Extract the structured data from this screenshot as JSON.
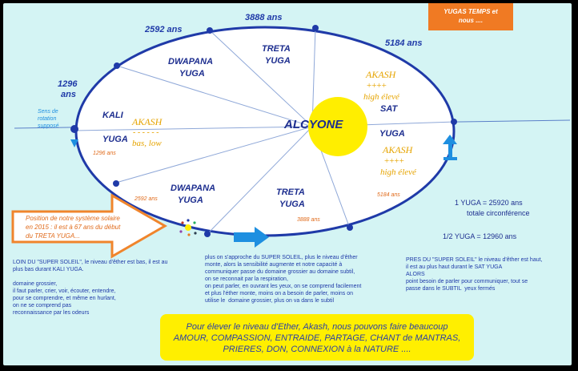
{
  "top_box": {
    "line1": "YUGAS TEMPS et",
    "line2": "nous ....",
    "color": "#f07a23"
  },
  "cycle_labels": {
    "top": "3888 ans",
    "top_left": "2592 ans",
    "top_right": "5184 ans",
    "left_line1": "1296",
    "left_line2": "ans",
    "rotation_line1": "Sens de",
    "rotation_line2": "rotation",
    "rotation_line3": "supposé"
  },
  "yugas": {
    "dwapana_top": [
      "DWAPANA",
      "YUGA"
    ],
    "treta_top": [
      "TRETA",
      "YUGA"
    ],
    "kali": [
      "KALI",
      "YUGA"
    ],
    "dwapana_bottom": [
      "DWAPANA",
      "YUGA"
    ],
    "treta_bottom": [
      "TRETA",
      "YUGA"
    ],
    "sat": "SAT",
    "yuga_right": "YUGA"
  },
  "center": "ALCYONE",
  "akash_left": {
    "title": "AKASH",
    "dashes": "- - - - - -",
    "sub": "bas, low"
  },
  "akash_right_top": {
    "title": "AKASH",
    "pluses": "++++",
    "sub": "high élevé"
  },
  "akash_right_bottom": {
    "title": "AKASH",
    "pluses": "++++",
    "sub": "high élevé"
  },
  "small_years": {
    "kali": "1296 ans",
    "dwapana": "2592 ans",
    "treta": "3888 ans",
    "sat": "5184 ans"
  },
  "position_note": {
    "line1": "Position de notre système solaire",
    "line2": "en 2015 : il est à 67 ans du début",
    "line3": "du TRETA YUGA..."
  },
  "yuga_info": {
    "line1": "1 YUGA = 25920 ans",
    "line2": "totale circonférence",
    "line3": "1/2 YUGA = 12960 ans"
  },
  "note_left": "LOIN DU \"SUPER SOLEIL\", le niveau d'êther est bas, il est au\nplus bas durant KALI YUGA.\n\ndomaine grossier,\nil faut parler, crier, voir, écouter, entendre,\npour se comprendre, et même en hurlant,\non ne se comprend pas\nreconnaissance par les odeurs",
  "note_middle": "plus on s'approche du SUPER SOLEIL, plus le niveau d'êther\nmonte, alors la sensibilité augmente et notre capacité à\ncommuniquer passe du domaine grossier au domaine subtil,\non se reconnait par la respiration,\non peut parler, en ouvrant les yeux, on se comprend facilement\net plus l'éther monte, moins on a besoin de parler, moins on\nutilise le  domaine grossier, plus on va dans le subtil",
  "note_right": "PRES DU \"SUPER SOLEIL\" le niveau d'êther est haut,\nil est au plus haut durant le SAT YUGA\nALORS\npoint besoin de parler pour communiquer, tout se\npasse dans le SUBTIL  yeux fermés",
  "footer": {
    "line1": "Pour élever le niveau d'Ether, Akash, nous pouvons faire beaucoup",
    "line2": "AMOUR, COMPASSION, ENTRAIDE, PARTAGE, CHANT de MANTRAS,",
    "line3": "PRIERES, DON, CONNEXION à la NATURE ....",
    "color": "#ffef00"
  },
  "colors": {
    "ellipse": "#1f3aa8",
    "sun": "#ffee00",
    "arrow": "#1e8fe0",
    "highlight_arrow": "#f0852c",
    "accent_gold": "#e6a400"
  }
}
